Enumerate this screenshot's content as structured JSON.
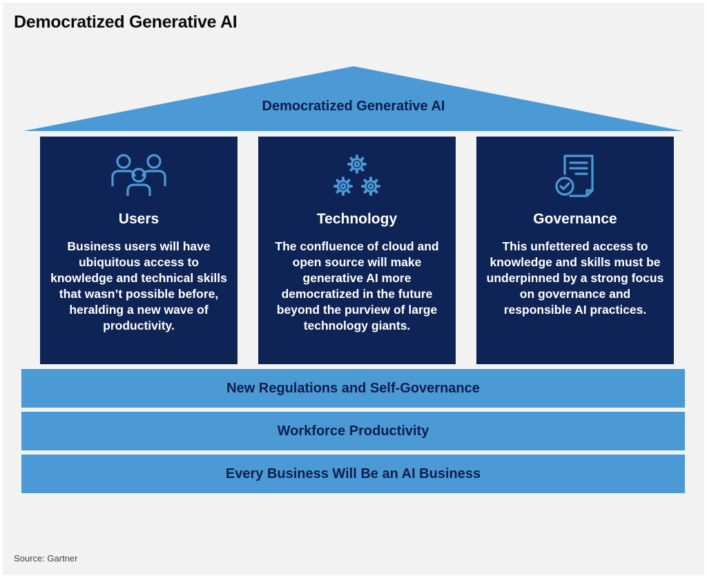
{
  "title": "Democratized Generative AI",
  "roof_label": "Democratized Generative AI",
  "colors": {
    "roof": "#4b9ad6",
    "pillar": "#0f2456",
    "band": "#4b9ad6",
    "icon": "#4b9ad6"
  },
  "pillars": [
    {
      "icon": "users-icon",
      "heading": "Users",
      "text": "Business users will have ubiquitous access to knowledge and technical skills that wasn’t possible before, heralding a new wave of productivity."
    },
    {
      "icon": "gears-icon",
      "heading": "Technology",
      "text": "The confluence of cloud and open source will make generative AI more democratized in the future beyond the purview of large technology giants."
    },
    {
      "icon": "document-check-icon",
      "heading": "Governance",
      "text": "This unfettered access to knowledge and skills must be underpinned by a strong focus on governance and responsible AI practices."
    }
  ],
  "bands": [
    "New Regulations and Self-Governance",
    "Workforce Productivity",
    "Every Business Will Be an AI Business"
  ],
  "source": "Source: Gartner"
}
